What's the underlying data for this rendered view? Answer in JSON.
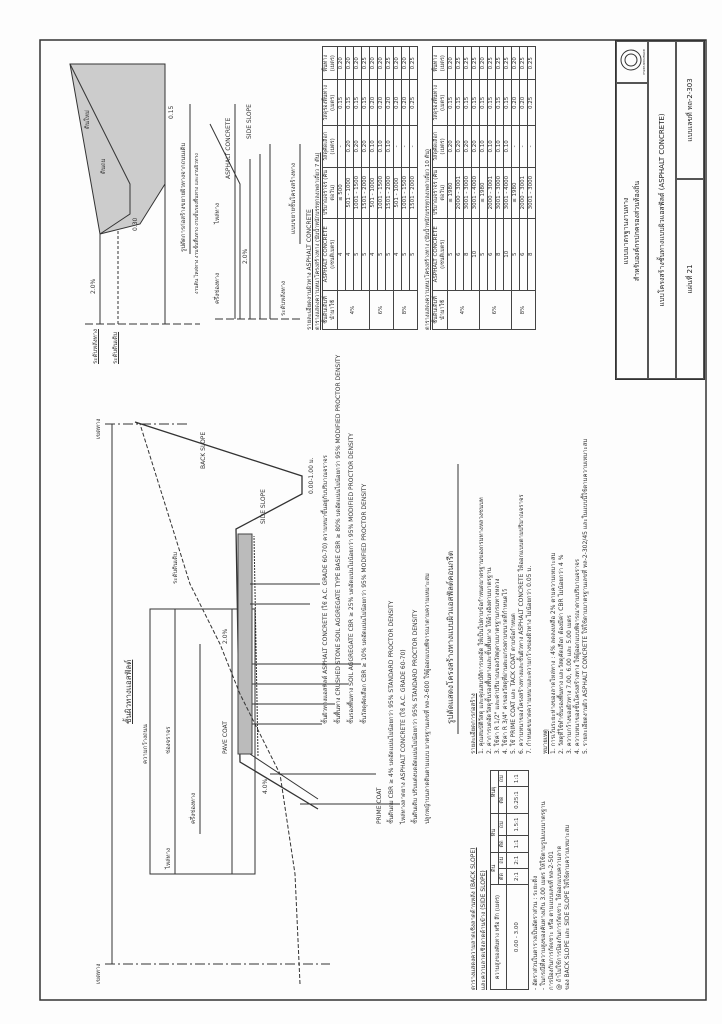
{
  "main_section": {
    "top_label": "ชั้นผิวทางแอสฟัลต์",
    "row_left": "เขตทาง",
    "row_right": "เขตทาง",
    "width_label": "ความกว้างถนน",
    "shoulder": "ไหล่ทาง",
    "lane": "ช่องจราจร",
    "half_lane": "ครึ่งช่องทาง",
    "paved": "PAVE COAT",
    "crossfall": "2.0%",
    "shoulder_slope": "4.0%",
    "ditch_depth": "0.00-1.00 ม.",
    "side_slope": "SIDE SLOPE",
    "back_slope": "BACK SLOPE",
    "original_ground": "ระดับดินเดิม",
    "layers": [
      "ชั้นผิวทางแอสฟัลต์ ASPHALT CONCRETE (ใช้ A.C. GRADE 60-70) ความหนาขึ้นอยู่กับปริมาณจราจร",
      "ชั้นพื้นทาง CRUSHED STONE SOIL AGGREGATE TYPE BASE CBR ≥ 80% บดอัดแน่นไม่น้อยกว่า 95% MODIFIED PROCTOR DENSITY",
      "ชั้นรองพื้นทาง SOIL AGGREGATE CBR ≥ 25% บดอัดแน่นไม่น้อยกว่า 95% MODIFIED PROCTOR DENSITY",
      "ชั้นวัสดุคัดเลือก CBR ≥ 10% บดอัดแน่นไม่น้อยกว่า 95% MODIFIED PROCTOR DENSITY",
      "PRIME COAT",
      "ชั้นดินถม CBR ≥ 4% บดอัดแน่นไม่น้อยกว่า 95% STANDARD PROCTOR DENSITY",
      "ไหล่ทางลาดยาง ASPHALT CONCRETE (ใช้ A.C. GRADE 60-70)",
      "ชั้นดินเดิม ปรับแต่งบดอัดแน่นไม่น้อยกว่า 95% STANDARD PROCTOR DENSITY",
      "ปลูกหญ้าบนลาดดินตามแบบ มาตรฐานเลขที่ ทล-2-600 ให้ผู้ออกแบบพิจารณาตามความเหมาะสม"
    ],
    "caption": "รูปตัดแสดงโครงสร้างทางแบบผิวแอสฟัลต์คอนกรีต"
  },
  "widening": {
    "left_label_1": "ระดับหลังทาง",
    "left_label_2": "ระดับดินเดิม",
    "slope": "2.0%",
    "label_new": "ดินใหม่",
    "label_fill": "ดินถม",
    "dim_a": "0.30",
    "dim_b": "0.15",
    "caption": "รูปตัดการก่อสร้างขยายผิวทางจากถนนเดิม",
    "subcaption": "งานดิน ไหล่ทาง งานชั้นพื้นทาง งานชั้นรองพื้นทาง และงานผิวทาง"
  },
  "typical": {
    "half_width": "ครึ่งช่องทาง",
    "shoulder": "ไหล่ทาง",
    "center": "ระดับหลังทาง",
    "slope": "2.0%",
    "asphalt": "ASPHALT CONCRETE",
    "side_slope": "SIDE SLOPE",
    "caption": "แบบขยายชั้นโครงสร้างทาง"
  },
  "table1": {
    "title": "รายละเอียดงานผิวทาง ASPHALT CONCRETE",
    "subtitle": "ตารางแสดงความหนาโครงสร้างทาง (นับน้ำหนักบรรทุกลงเพลาเดี่ยว 7 ตัน)",
    "headers": [
      "ชั้นดินเดิมที่นำมาใช้",
      "ASPHALT CONCRETE (เซนติเมตร)",
      "ปริมาณจราจร (คันต่อวัน)",
      "วัสดุคัดเลือก (เมตร)",
      "วัสดุรองพื้นทาง (เมตร)",
      "พื้นทาง (เมตร)"
    ],
    "groups": [
      {
        "cbr": "4%",
        "rows": [
          [
            "4",
            "≤ 500",
            "-",
            "0.15",
            "0.20"
          ],
          [
            "4",
            "501 - 1000",
            "0.20",
            "0.15",
            "0.20"
          ],
          [
            "5",
            "1001 - 1500",
            "0.20",
            "0.15",
            "0.20"
          ],
          [
            "5",
            "1501 - 2000",
            "0.20",
            "0.15",
            "0.25"
          ]
        ]
      },
      {
        "cbr": "6%",
        "rows": [
          [
            "4",
            "501 - 1000",
            "0.10",
            "0.20",
            "0.20"
          ],
          [
            "5",
            "1001 - 1500",
            "0.10",
            "0.20",
            "0.20"
          ],
          [
            "5",
            "1501 - 2000",
            "0.10",
            "0.20",
            "0.25"
          ]
        ]
      },
      {
        "cbr": "8%",
        "rows": [
          [
            "4",
            "501 - 1000",
            "-",
            "0.20",
            "0.20"
          ],
          [
            "5",
            "1001 - 1500",
            "-",
            "0.20",
            "0.20"
          ],
          [
            "5",
            "1501 - 2000",
            "-",
            "0.25",
            "0.25"
          ]
        ]
      }
    ]
  },
  "table2": {
    "subtitle": "ตารางแสดงความหนาโครงสร้างทาง (นับน้ำหนักบรรทุกลงเพลาเดี่ยว 10 ตัน)",
    "headers": [
      "ชั้นดินเดิมที่นำมาใช้",
      "ASPHALT CONCRETE (เซนติเมตร)",
      "ปริมาณจราจร (คันต่อวัน)",
      "วัสดุคัดเลือก (เมตร)",
      "วัสดุรองพื้นทาง (เมตร)",
      "พื้นทาง (เมตร)"
    ],
    "groups": [
      {
        "cbr": "4%",
        "rows": [
          [
            "5",
            "≤ 1980",
            "0.20",
            "0.15",
            "0.20"
          ],
          [
            "6",
            "2000 - 3001",
            "0.20",
            "0.15",
            "0.25"
          ],
          [
            "8",
            "3001 - 3000",
            "0.20",
            "0.15",
            "0.25"
          ],
          [
            "10",
            "3001 - 4000",
            "0.20",
            "0.15",
            "0.25"
          ]
        ]
      },
      {
        "cbr": "6%",
        "rows": [
          [
            "5",
            "≤ 1980",
            "0.10",
            "0.15",
            "0.20"
          ],
          [
            "6",
            "2000 - 3001",
            "0.10",
            "0.15",
            "0.25"
          ],
          [
            "8",
            "3001 - 3000",
            "0.10",
            "0.15",
            "0.25"
          ],
          [
            "10",
            "3001 - 4000",
            "0.10",
            "0.15",
            "0.25"
          ]
        ]
      },
      {
        "cbr": "8%",
        "rows": [
          [
            "5",
            "≤ 1980",
            "-",
            "0.20",
            "0.20"
          ],
          [
            "6",
            "2000 - 3001",
            "-",
            "0.20",
            "0.25"
          ],
          [
            "8",
            "3001 - 3000",
            "-",
            "0.25",
            "0.25"
          ]
        ]
      }
    ]
  },
  "slope_table": {
    "title": "ตารางแสดงความลาดเชิงลาดด้านหลัง (BACK SLOPE)",
    "subtitle": "และความลาดเชิงลาดด้านข้าง (SIDE SLOPE)",
    "headers": [
      "ความสูงของคันทาง หรือ ลึก (เมตร)",
      "ดิน",
      "",
      "หิน",
      "",
      "หินผุ",
      ""
    ],
    "sub_headers": [
      "",
      "ตัด",
      "ถม",
      "ตัด",
      "ถม",
      "ตัด",
      "ถม"
    ],
    "row": [
      "0.00 - 3.00",
      "2:1",
      "2:1",
      "1:1",
      "1.5:1",
      "0.25:1",
      "1:1"
    ],
    "notes": [
      "- อัตราส่วนในตารางเป็นอัตราส่วน : ระยะดิ่ง",
      "- ในกรณีที่ความสูงของคันทางเกิน 3.00 เมตร ให้ใช้ตามรูปแบบมาตรฐาน",
      "  การป้องกันการกัดเซาะ หรือ ตามแบบเลขที่ ทล-2-501",
      "@ ถ้าไม่ใช้การป้องกันการกัดเซาะ ให้ออกแบบความลาด",
      "  ของ BACK SLOPE และ SIDE SLOPE ให้ใช้ตามความเหมาะสม"
    ]
  },
  "spec_notes": {
    "title": "รายละเอียดการก่อสร้าง",
    "lines": [
      "1. คุณสมบัติวัสดุ และคุณสมบัติการบดอัด ให้เป็นไปตามข้อกำหนดมาตรฐานของกรมทางหลวงชนบท",
      "2. ค่าการบดอัดวัสดุชั้นรองพื้นทางและชั้นพื้นทาง ให้อ้างอิงตามมาตรฐาน",
      "3. ใช้ค่า R 1/2\" และค่าปริมาณของวัสดุตามมาตรฐานกรมทางหลวง",
      "4. ใช้ค่า R 3/4\" ค่าของวัสดุที่ผ่านตะแกรงตามขนาดที่กำหนดไว้",
      "5. ใช้ PRIME COAT และ TACK COAT ตามข้อกำหนด",
      "6. ความหนาของโครงสร้างทางและชั้นผิวทาง ASPHALT CONCRETE ให้ออกแบบตามปริมาณจราจร",
      "7. กำหนดขนาดความหนาและความกว้างของผิวทาง ไม่น้อยกว่า 0.05 ม."
    ],
    "remark_title": "หมายเหตุ",
    "remarks": [
      "1. การเว้นระยะห่างของลาดไหล่ทาง : 4% ลดลงเหลือ 2% ตามความเหมาะสม",
      "2. วัสดุที่ใช้ทำชั้นรองพื้นทาง และวัสดุคัดเลือก ต้องมีค่า CBR ไม่น้อยกว่า 4 %",
      "3. ความกว้างของผิวทาง 7.00, 6.00 และ 5.00 เมตร",
      "4. ความหนาของชั้นโครงสร้างทาง ให้ผู้ออกแบบพิจารณาตามปริมาณจราจร",
      "5. รายละเอียดงานผิว ASPHALT CONCRETE ให้ใช้ตามมาตรฐานเลขที่ ทล-2-302/45 และในแบบนี้ใช้ตามความเหมาะสม"
    ]
  },
  "title_block": {
    "org_line1": "แบบมาตรฐานงานทาง",
    "org_line2": "สำหรับองค์กรปกครองส่วนท้องถิ่น",
    "seal_text": "กรมทางหลวงชนบท",
    "drawing_title": "แบบโครงสร้างชั้นทางแบบผิวแอสฟัลต์ (ASPHALT CONCRETE)",
    "standard_no": "แบบเลขที่ ทถ-2-303",
    "sheet_no": "แผ่นที่ 21"
  }
}
